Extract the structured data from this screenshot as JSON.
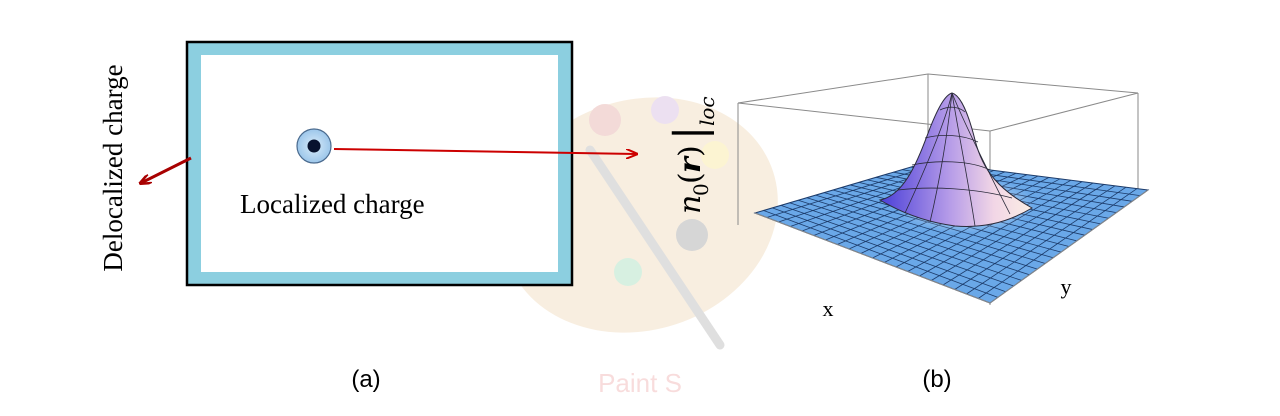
{
  "panel_a": {
    "delocalized_label": "Delocalized charge",
    "localized_label": "Localized charge",
    "caption": "(a)",
    "border_color": "#8ccfe0",
    "arrow_color": "#cc0000",
    "dark_arrow_color": "#a80000"
  },
  "panel_b": {
    "axis_label_math": {
      "n": "n",
      "sub0": "0",
      "lparen": "(",
      "r": "r",
      "rparen": ")",
      "bar": "|",
      "sub_loc": "loc"
    },
    "x_label": "x",
    "y_label": "y",
    "caption": "(b)",
    "surface_color": "#6aa8e8",
    "peak_color": "#8a5ce0"
  },
  "watermark": {
    "text": "Paint S",
    "icon": "palette-icon"
  }
}
